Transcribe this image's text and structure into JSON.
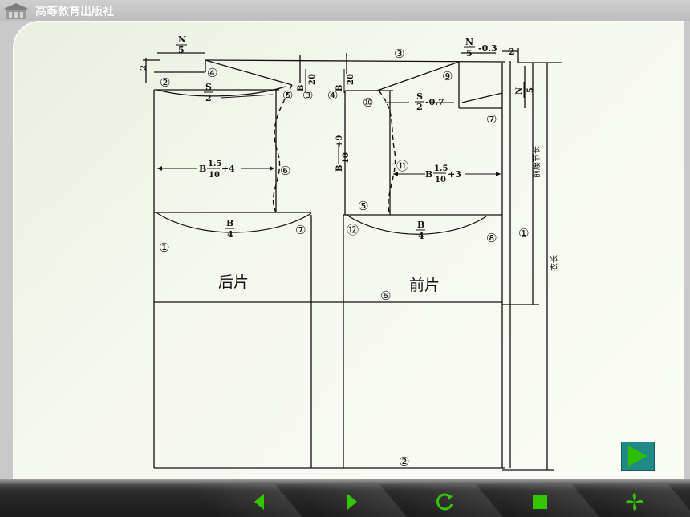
{
  "header": {
    "publisher": "高等教育出版社"
  },
  "panels": {
    "back": "后片",
    "front": "前片"
  },
  "dims": {
    "n": "N",
    "five": "5",
    "two": "2",
    "b": "B",
    "s": "S",
    "twenty": "20",
    "four": "4",
    "ten": "10",
    "one_five": "1.5",
    "minus_03": "-0.3",
    "minus_07": "-0.7",
    "plus_4": "+4",
    "plus_3": "+3",
    "plus_9": "+9",
    "back_length": "前腰节长",
    "garment_length": "衣长"
  },
  "markers": {
    "m1": "①",
    "m2": "②",
    "m3": "③",
    "m4": "④",
    "m5": "⑤",
    "m6": "⑥",
    "m7": "⑦",
    "m8": "⑧",
    "m9": "⑨",
    "m10": "⑩",
    "m11": "⑪",
    "m12": "⑫"
  },
  "nav": {
    "prev_icon": "left-triangle-icon",
    "next_icon": "right-triangle-icon",
    "replay_icon": "refresh-icon",
    "stop_icon": "stop-square-icon",
    "menu_icon": "pinwheel-icon"
  },
  "colors": {
    "accent": "#2ec000",
    "teal": "#1f8a86"
  }
}
